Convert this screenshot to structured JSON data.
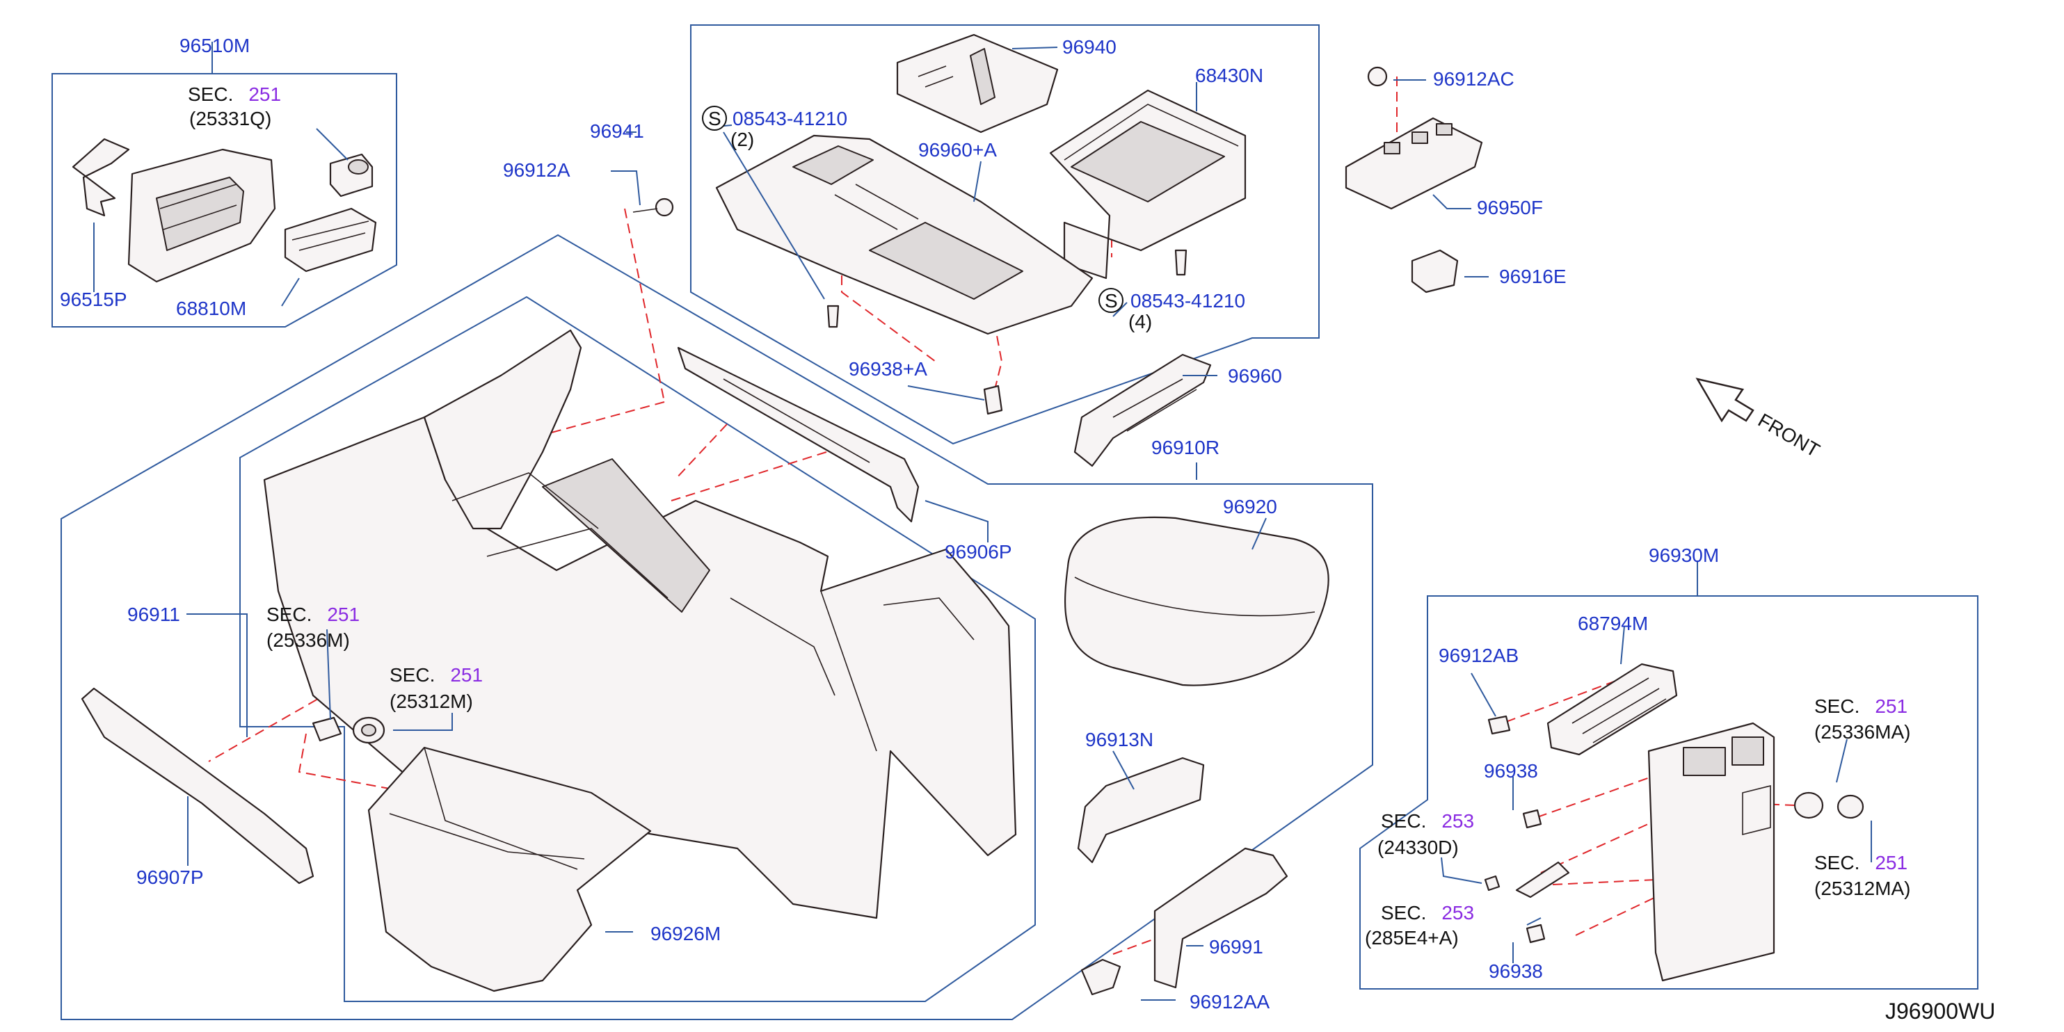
{
  "colors": {
    "label": "#1e35c8",
    "section_number": "#8a2be2",
    "frame": "#2f5a9e",
    "dashed_line": "#e0262a",
    "part_outline": "#2a2020"
  },
  "diagram_id": "J96900WU",
  "front_label": "FRONT",
  "parts": {
    "p96510M": "96510M",
    "p96515P": "96515P",
    "p68810M": "68810M",
    "p96940": "96940",
    "p68430N": "68430N",
    "p96960A": "96960+A",
    "p96941": "96941",
    "p96912A": "96912A",
    "p96938A": "96938+A",
    "p96912AC": "96912AC",
    "p96950F": "96950F",
    "p96916E": "96916E",
    "p96960": "96960",
    "p96910R": "96910R",
    "p96920": "96920",
    "p96906P": "96906P",
    "p96911": "96911",
    "p96907P": "96907P",
    "p96926M": "96926M",
    "p96913N": "96913N",
    "p96991": "96991",
    "p96912AA": "96912AA",
    "p96930M": "96930M",
    "p68794M": "68794M",
    "p96912AB": "96912AB",
    "p96938a": "96938",
    "p96938b": "96938"
  },
  "screws": {
    "s1": {
      "code": "08543-41210",
      "qty": "(2)",
      "symbol": "S"
    },
    "s2": {
      "code": "08543-41210",
      "qty": "(4)",
      "symbol": "S"
    }
  },
  "sections": {
    "a": {
      "prefix": "SEC.",
      "num": "251",
      "ref": "(25331Q)"
    },
    "b": {
      "prefix": "SEC.",
      "num": "251",
      "ref": "(25336M)"
    },
    "c": {
      "prefix": "SEC.",
      "num": "251",
      "ref": "(25312M)"
    },
    "d": {
      "prefix": "SEC.",
      "num": "251",
      "ref": "(25336MA)"
    },
    "e": {
      "prefix": "SEC.",
      "num": "251",
      "ref": "(25312MA)"
    },
    "f": {
      "prefix": "SEC.",
      "num": "253",
      "ref": "(24330D)"
    },
    "g": {
      "prefix": "SEC.",
      "num": "253",
      "ref": "(285E4+A)"
    }
  },
  "icons": [
    "front-arrow-icon",
    "screw-symbol-icon"
  ]
}
